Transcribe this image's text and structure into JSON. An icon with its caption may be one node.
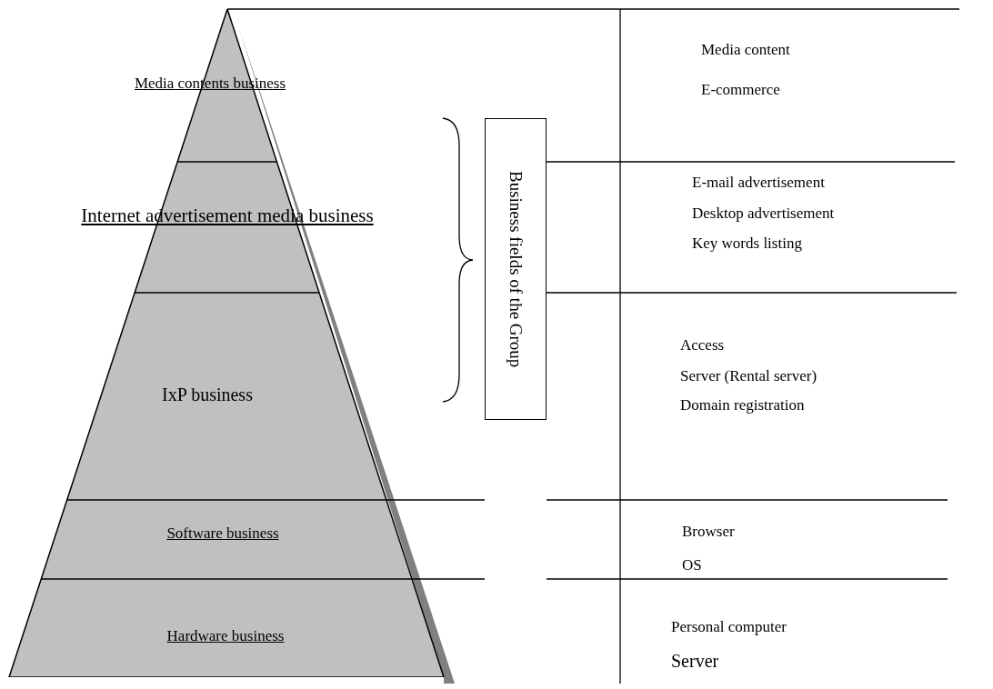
{
  "diagram": {
    "nodes": [
      {
        "text": [
          "Media contents business"
        ]
      },
      {
        "text": [
          "Internet advertisement media business"
        ]
      },
      {
        "text": [
          "IxP business"
        ]
      },
      {
        "text": [
          "Software business"
        ]
      },
      {
        "text": [
          "Hardware business"
        ]
      },
      {
        "text": [
          "Business fields of the Group"
        ]
      }
    ],
    "labels": [
      "Media content",
      "E-commerce",
      "E-mail advertisement",
      "Desktop advertisement",
      "Key words listing",
      "Access",
      "Server (Rental server)",
      "Domain registration",
      "Browser",
      "OS",
      "Personal computer",
      "Server"
    ]
  }
}
